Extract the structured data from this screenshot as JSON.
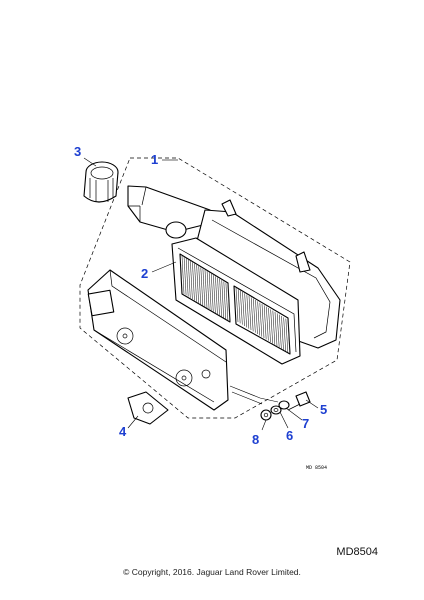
{
  "diagram": {
    "callouts": [
      "1",
      "2",
      "3",
      "4",
      "5",
      "6",
      "7",
      "8"
    ],
    "drawing_code": "MD 8504",
    "reference_code": "MD8504"
  },
  "footer": {
    "copyright": "© Copyright, 2016. Jaguar Land Rover Limited."
  },
  "colors": {
    "callout": "#1d3fd1",
    "line": "#000000",
    "background": "#ffffff"
  }
}
